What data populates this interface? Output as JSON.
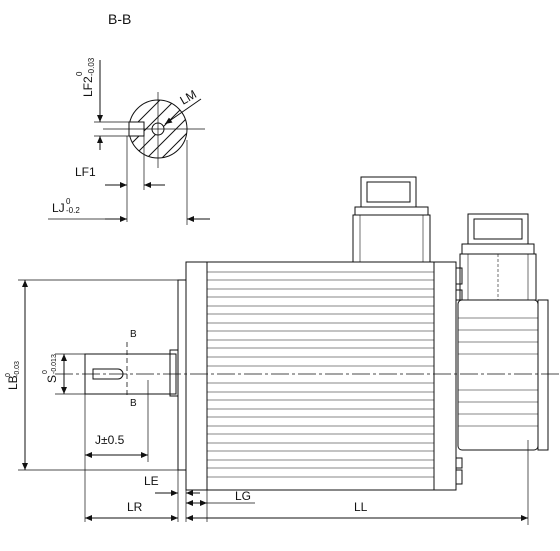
{
  "section": {
    "title": "B-B",
    "lf2_label": "LF2",
    "lf2_tol_upper": "0",
    "lf2_tol_lower": "-0.03",
    "lm_label": "LM",
    "lf1_label": "LF1",
    "lj_label": "LJ",
    "lj_tol_upper": "0",
    "lj_tol_lower": "-0.2"
  },
  "main_view": {
    "lb_label": "LB",
    "lb_tol_upper": "0",
    "lb_tol_lower": "-0.03",
    "s_label": "S",
    "s_tol_upper": "0",
    "s_tol_lower": "-0.013",
    "section_mark_top": "B",
    "section_mark_bottom": "B",
    "j_label": "J±0.5",
    "le_label": "LE",
    "lg_label": "LG",
    "lr_label": "LR",
    "ll_label": "LL"
  }
}
